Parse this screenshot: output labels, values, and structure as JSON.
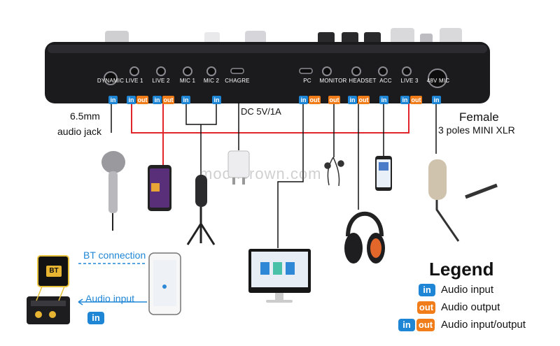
{
  "ports": [
    {
      "id": "dynamic",
      "label": "DYNAMIC",
      "badges": [
        "in"
      ]
    },
    {
      "id": "live1",
      "label": "LIVE 1",
      "badges": [
        "in",
        "out"
      ]
    },
    {
      "id": "live2",
      "label": "LIVE 2",
      "badges": [
        "in",
        "out"
      ]
    },
    {
      "id": "mic1",
      "label": "MIC 1",
      "badges": [
        "in"
      ]
    },
    {
      "id": "mic2",
      "label": "MIC 2",
      "badges": [
        "in"
      ]
    },
    {
      "id": "chagre",
      "label": "CHAGRE",
      "badges": []
    },
    {
      "id": "pc",
      "label": "PC",
      "badges": [
        "in",
        "out"
      ]
    },
    {
      "id": "monitor",
      "label": "MONITOR",
      "badges": [
        "out"
      ]
    },
    {
      "id": "headset",
      "label": "HEADSET",
      "badges": [
        "in",
        "out"
      ]
    },
    {
      "id": "acc",
      "label": "ACC",
      "badges": [
        "in"
      ]
    },
    {
      "id": "live3",
      "label": "LIVE 3",
      "badges": [
        "in",
        "out"
      ]
    },
    {
      "id": "mic48",
      "label": "48V MIC",
      "badges": [
        "in"
      ]
    }
  ],
  "annotations": {
    "jack_line1": "6.5mm",
    "jack_line2": "audio jack",
    "dc": "DC 5V/1A",
    "female_line1": "Female",
    "female_line2": "3 poles MINI XLR",
    "bt_connection": "BT connection",
    "audio_input": "Audio input",
    "bt_badge": "in",
    "bt_chip": "BT"
  },
  "watermark": "mooncrown.com",
  "legend": {
    "title": "Legend",
    "rows": [
      {
        "badges": [
          "in"
        ],
        "text": "Audio input"
      },
      {
        "badges": [
          "out"
        ],
        "text": "Audio output"
      },
      {
        "badges": [
          "in",
          "out"
        ],
        "text": "Audio input/output"
      }
    ]
  },
  "badge_text": {
    "in": "in",
    "out": "out"
  },
  "colors": {
    "in": "#1f86d6",
    "out": "#f07d1a",
    "link_red": "#e0262a",
    "device": "#1b1b1d",
    "bt_line": "#1f86d6"
  }
}
